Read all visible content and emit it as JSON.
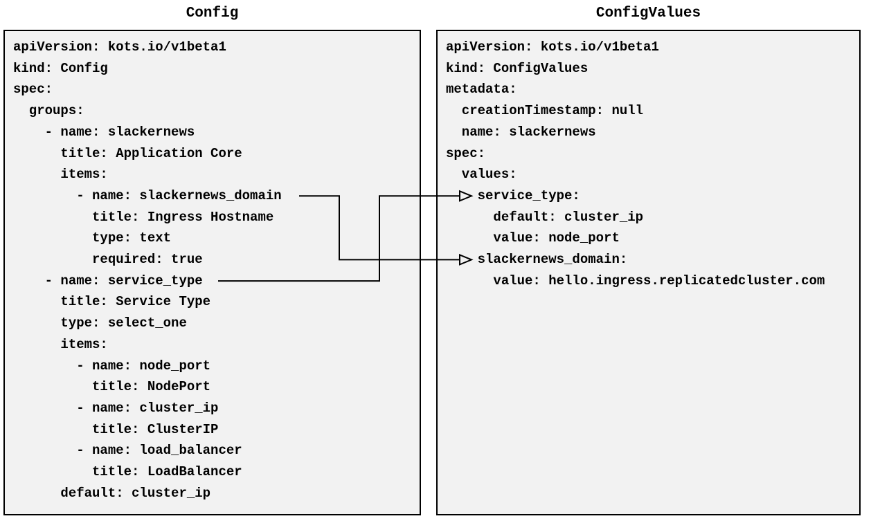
{
  "colors": {
    "page_bg": "#ffffff",
    "panel_bg": "#f2f2f2",
    "border": "#000000",
    "text": "#000000",
    "connector": "#000000"
  },
  "panels": [
    {
      "title": "Config",
      "yaml_lines": [
        "apiVersion: kots.io/v1beta1",
        "kind: Config",
        "spec:",
        "  groups:",
        "    - name: slackernews",
        "      title: Application Core",
        "      items:",
        "        - name: slackernews_domain",
        "          title: Ingress Hostname",
        "          type: text",
        "          required: true",
        "    - name: service_type",
        "      title: Service Type",
        "      type: select_one",
        "      items:",
        "        - name: node_port",
        "          title: NodePort",
        "        - name: cluster_ip",
        "          title: ClusterIP",
        "        - name: load_balancer",
        "          title: LoadBalancer",
        "      default: cluster_ip"
      ]
    },
    {
      "title": "ConfigValues",
      "yaml_lines": [
        "apiVersion: kots.io/v1beta1",
        "kind: ConfigValues",
        "metadata:",
        "  creationTimestamp: null",
        "  name: slackernews",
        "spec:",
        "  values:",
        "    service_type:",
        "      default: cluster_ip",
        "      value: node_port",
        "    slackernews_domain:",
        "      value: hello.ingress.replicatedcluster.com"
      ]
    }
  ],
  "connections": [
    {
      "from": "Config: slackernews_domain",
      "to": "ConfigValues: slackernews_domain"
    },
    {
      "from": "Config: service_type",
      "to": "ConfigValues: service_type"
    }
  ]
}
